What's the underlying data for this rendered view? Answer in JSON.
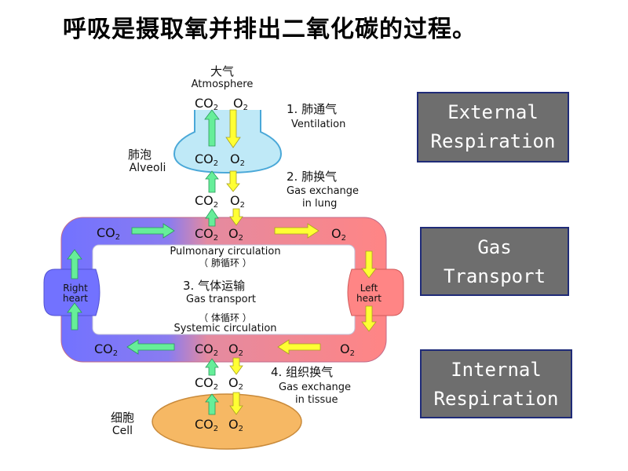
{
  "page": {
    "title": "呼吸是摄取氧并排出二氧化碳的过程。"
  },
  "diagram": {
    "atmosphere": {
      "cn": "大气",
      "en": "Atmosphere"
    },
    "alveoli": {
      "cn": "肺泡",
      "en": "Alveoli"
    },
    "cell": {
      "cn": "细胞",
      "en": "Cell"
    },
    "gas_co2": "CO",
    "gas_co2_sub": "2",
    "gas_o2": "O",
    "gas_o2_sub": "2",
    "step1": {
      "cn": "1. 肺通气",
      "en": "Ventilation"
    },
    "step2": {
      "cn": "2. 肺换气",
      "en1": "Gas exchange",
      "en2": "in lung"
    },
    "step3": {
      "cn": "3. 气体运输",
      "en": "Gas transport"
    },
    "step4": {
      "cn": "4. 组织换气",
      "en1": "Gas exchange",
      "en2": "in tissue"
    },
    "pulmonary": {
      "en": "Pulmonary circulation",
      "cn": "（ 肺循环 ）"
    },
    "systemic": {
      "cn": "（ 体循环 ）",
      "en": "Systemic circulation"
    },
    "right_heart": {
      "line1": "Right",
      "line2": "heart"
    },
    "left_heart": {
      "line1": "Left",
      "line2": "heart"
    }
  },
  "boxes": {
    "external": {
      "line1": "External",
      "line2": "Respiration"
    },
    "transport": {
      "line1": "Gas",
      "line2": "Transport"
    },
    "internal": {
      "line1": "Internal",
      "line2": "Respiration"
    }
  },
  "colors": {
    "blue": "#7b7bff",
    "red": "#ff8a8a",
    "green_arrow": "#66ee99",
    "yellow_arrow": "#ffff33",
    "alveoli_fill": "#bfe9f7",
    "cell_fill": "#f6b864",
    "box_fill": "#6e6e6e"
  }
}
